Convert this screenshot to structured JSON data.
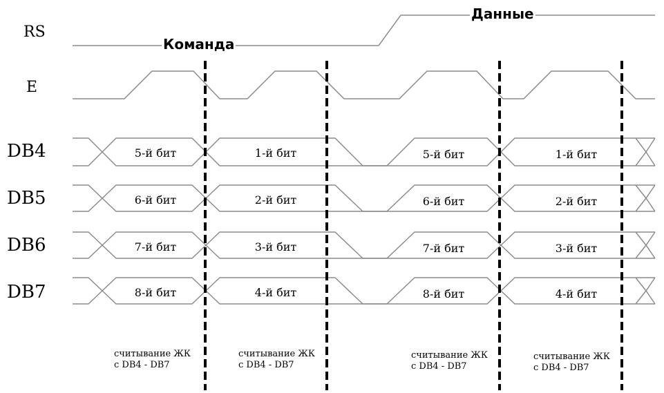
{
  "signals": {
    "rs": "RS",
    "e": "E",
    "db4": "DB4",
    "db5": "DB5",
    "db6": "DB6",
    "db7": "DB7"
  },
  "rs_states": {
    "command": "Команда",
    "data": "Данные"
  },
  "cells": {
    "db4": [
      "5-й бит",
      "1-й бит",
      "5-й бит",
      "1-й бит"
    ],
    "db5": [
      "6-й бит",
      "2-й бит",
      "6-й бит",
      "2-й бит"
    ],
    "db6": [
      "7-й бит",
      "3-й бит",
      "7-й бит",
      "3-й бит"
    ],
    "db7": [
      "8-й бит",
      "4-й бит",
      "8-й бит",
      "4-й бит"
    ]
  },
  "read_notes": [
    {
      "line1": "считывание ЖК",
      "line2": "с DB4 - DB7"
    },
    {
      "line1": "считывание ЖК",
      "line2": "с DB4 - DB7"
    },
    {
      "line1": "считывание ЖК",
      "line2": "с DB4 - DB7"
    },
    {
      "line1": "считывание ЖК",
      "line2": "с DB4 - DB7"
    }
  ],
  "colors": {
    "signal_line": "#8c8c8c",
    "strobe_line": "#000000",
    "text": "#000000"
  }
}
